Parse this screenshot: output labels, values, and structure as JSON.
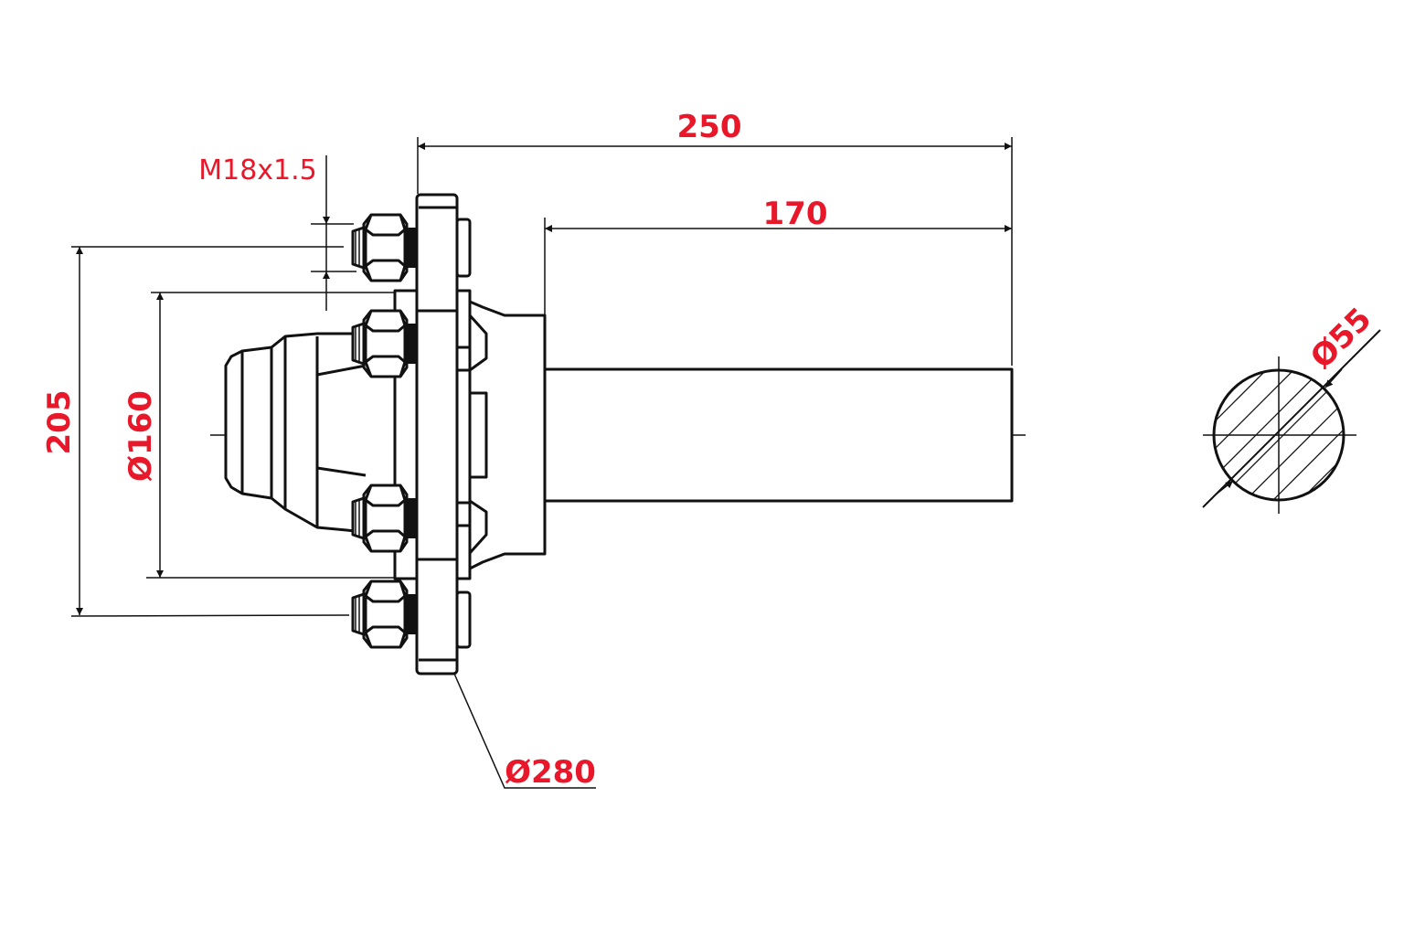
{
  "drawing": {
    "dimensions": {
      "overall_length": "250",
      "shaft_length": "170",
      "thread": "M18x1.5",
      "bolt_circle": "205",
      "hub_diameter": "Ø160",
      "flange_diameter": "Ø280",
      "shaft_diameter": "Ø55"
    },
    "colors": {
      "dimension_text": "#e8182a",
      "lines": "#111111"
    }
  }
}
